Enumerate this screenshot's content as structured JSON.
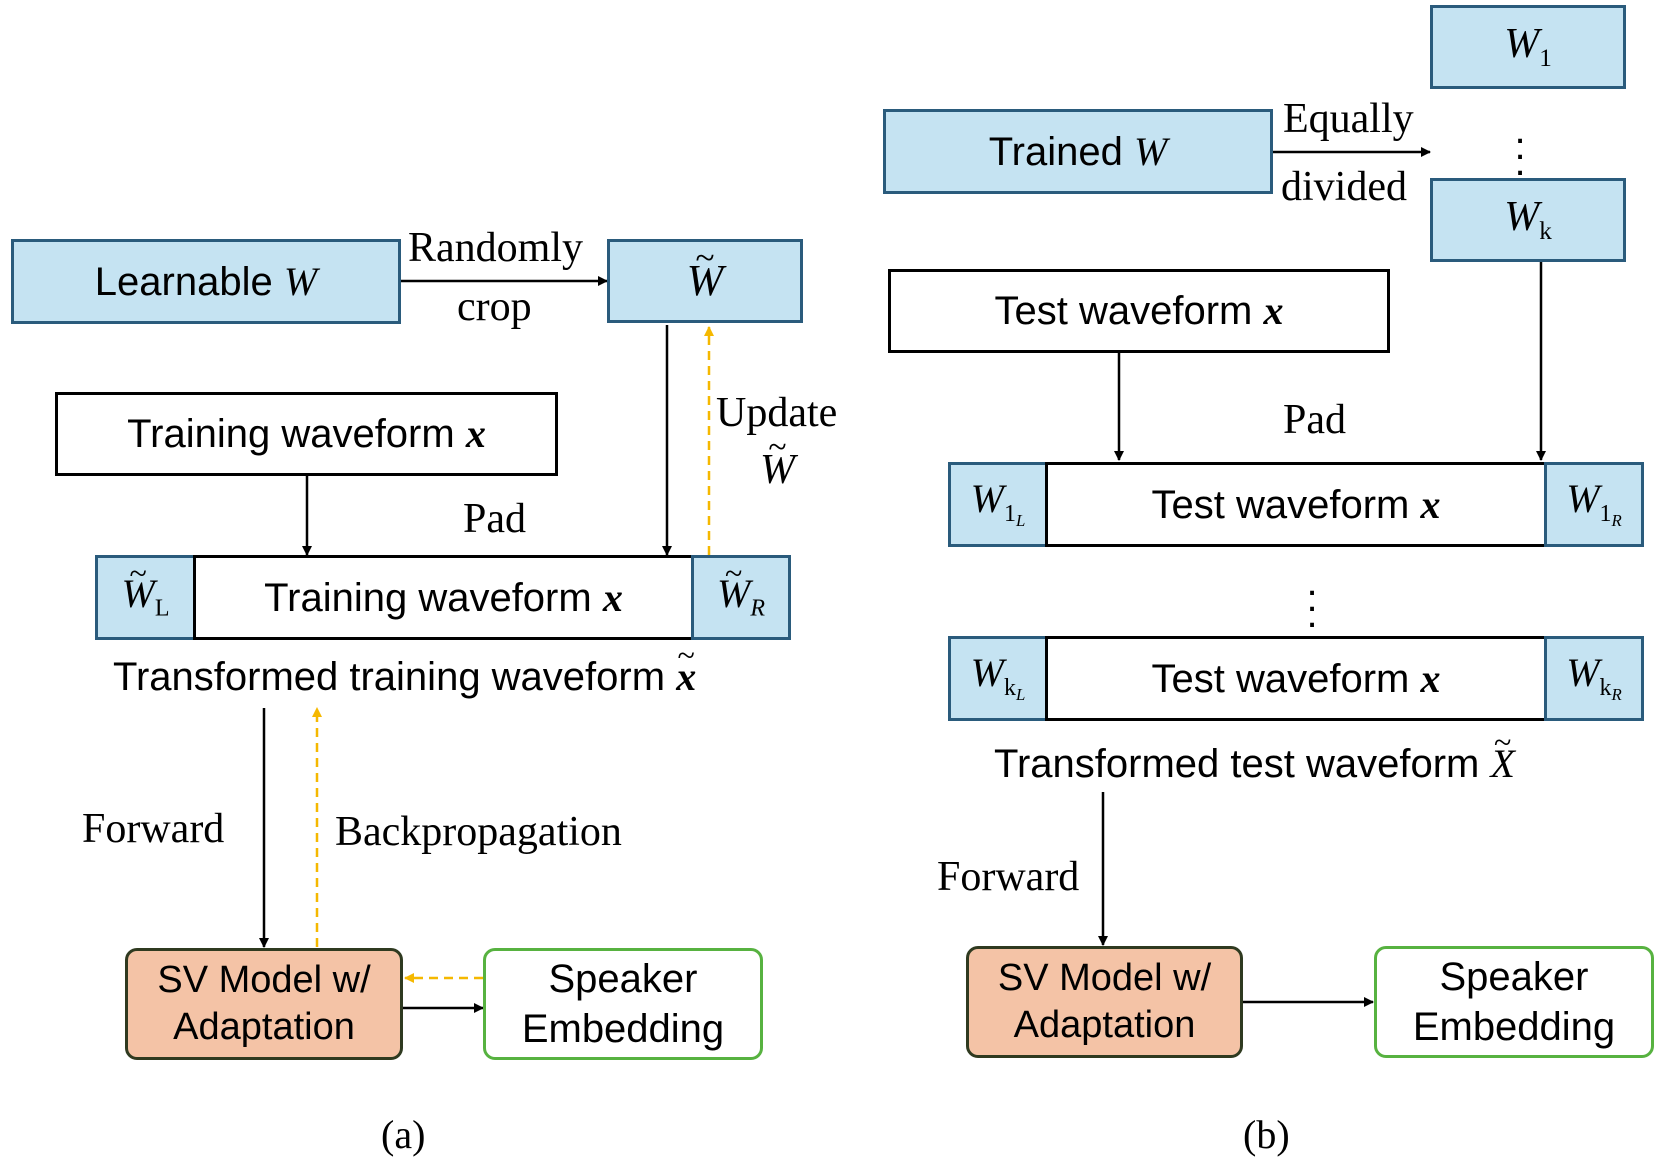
{
  "colors": {
    "blue_fill": "#c5e3f2",
    "blue_border": "#2a5b7c",
    "model_fill": "#f4c3a6",
    "embedding_border": "#57b240",
    "dashed_arrow": "#f5b800"
  },
  "panel_a": {
    "learnable_label": "Learnable",
    "w": "W",
    "randomly_crop": [
      "Randomly",
      "crop"
    ],
    "training_waveform_label": "Training waveform",
    "x": "x",
    "pad": "Pad",
    "update": "Update",
    "sub_L": "L",
    "sub_R": "R",
    "transformed_label": "Transformed training waveform",
    "forward": "Forward",
    "backpropagation": "Backpropagation",
    "model": [
      "SV Model w/",
      "Adaptation"
    ],
    "embedding": [
      "Speaker",
      "Embedding"
    ],
    "caption": "(a)"
  },
  "panel_b": {
    "trained_label": "Trained",
    "w": "W",
    "w_first": "1",
    "w_last": "k",
    "equally_divided": [
      "Equally",
      "divided"
    ],
    "test_waveform_label": "Test waveform",
    "x": "x",
    "pad": "Pad",
    "sub_L": "L",
    "sub_R": "R",
    "transformed_label": "Transformed test waveform",
    "X": "X",
    "forward": "Forward",
    "model": [
      "SV Model w/",
      "Adaptation"
    ],
    "embedding": [
      "Speaker",
      "Embedding"
    ],
    "caption": "(b)"
  }
}
